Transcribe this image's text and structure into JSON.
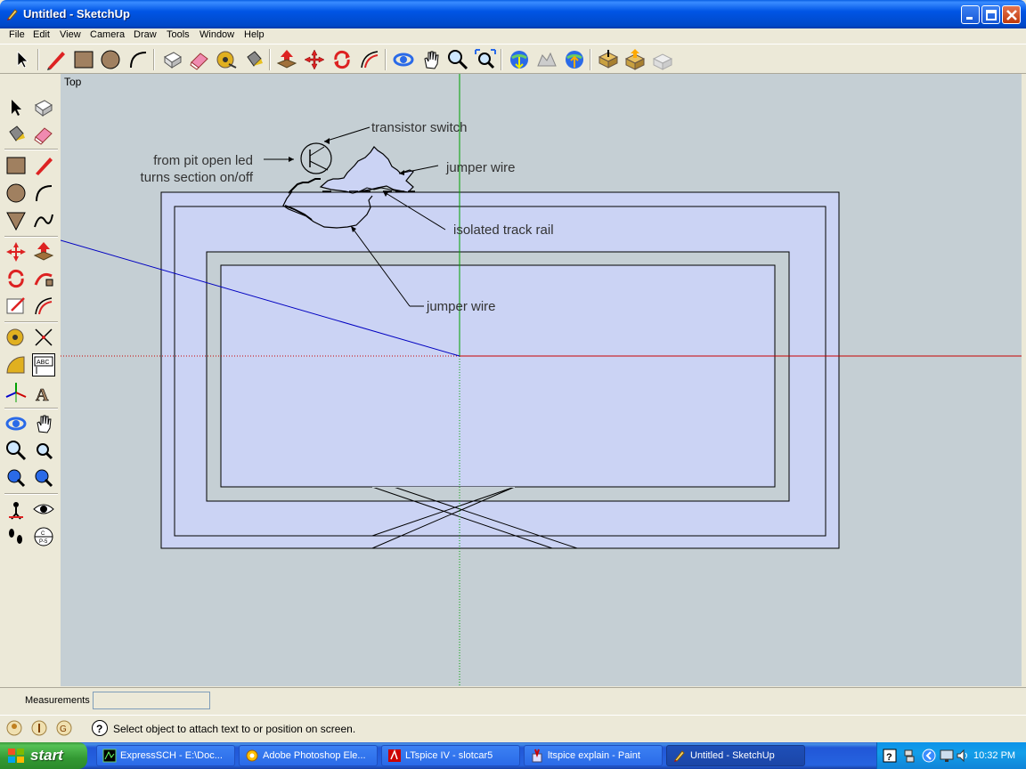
{
  "window": {
    "title": "Untitled - SketchUp",
    "menus": [
      "File",
      "Edit",
      "View",
      "Camera",
      "Draw",
      "Tools",
      "Window",
      "Help"
    ]
  },
  "viewport": {
    "view_name": "Top",
    "annotations": {
      "transistor": "transistor switch",
      "from_pit_1": "from pit open led",
      "from_pit_2": "turns section on/off",
      "jumper_top": "jumper wire",
      "isolated": "isolated track rail",
      "jumper_bottom": "jumper wire"
    },
    "colors": {
      "background": "#c5cfd4",
      "track_fill": "#cbd3f4",
      "axis_red": "#c80000",
      "axis_green": "#00a000",
      "axis_blue": "#0000c0"
    }
  },
  "measurements": {
    "label": "Measurements",
    "value": ""
  },
  "status": {
    "message": "Select object to attach text to or position on screen."
  },
  "taskbar": {
    "start": "start",
    "tasks": [
      {
        "label": "ExpressSCH - E:\\Doc..."
      },
      {
        "label": "Adobe Photoshop Ele..."
      },
      {
        "label": "LTspice IV - slotcar5"
      },
      {
        "label": "ltspice explain - Paint"
      },
      {
        "label": "Untitled - SketchUp"
      }
    ],
    "clock": "10:32 PM"
  }
}
